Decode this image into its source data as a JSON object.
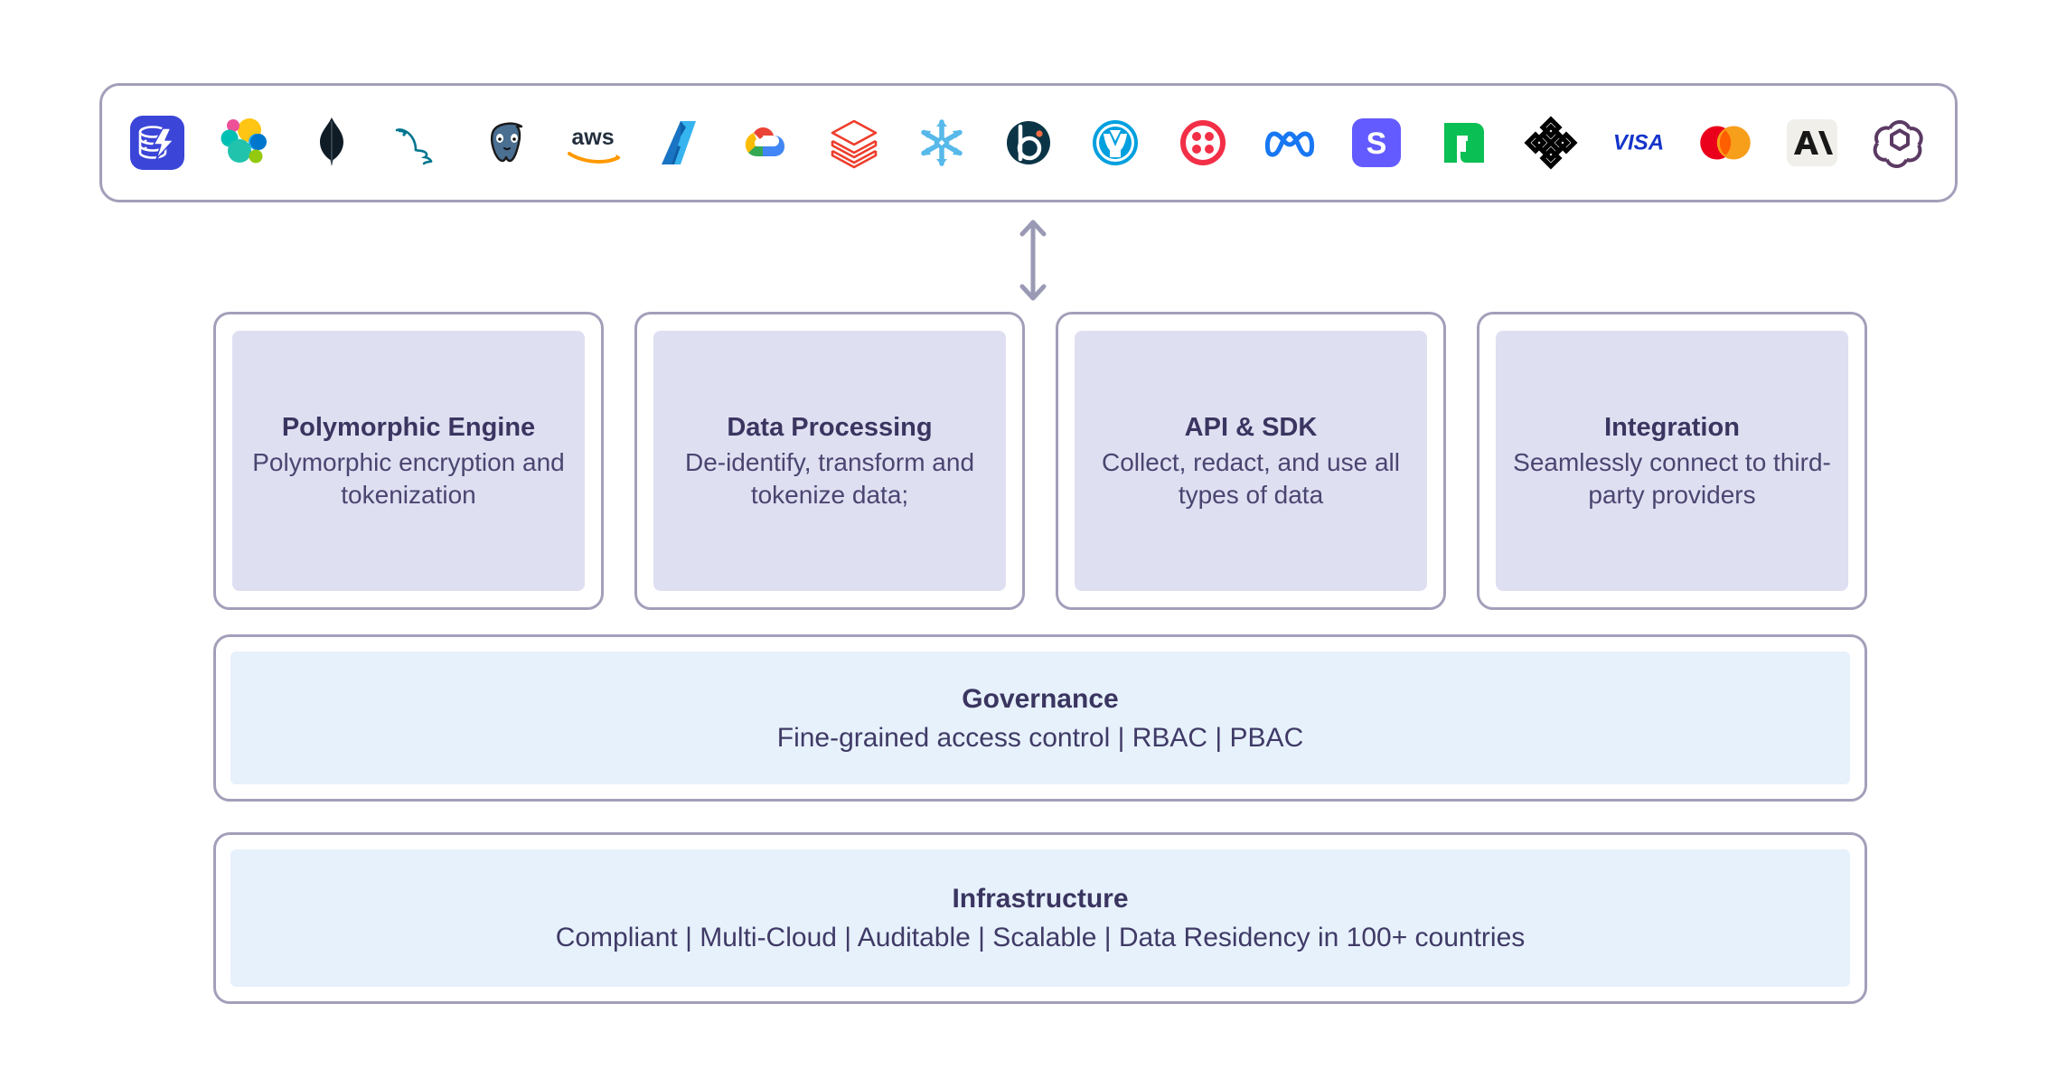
{
  "logos": [
    {
      "name": "skyflow-icon",
      "label": "Skyflow"
    },
    {
      "name": "elastic-icon",
      "label": "Elastic"
    },
    {
      "name": "mongodb-icon",
      "label": "MongoDB"
    },
    {
      "name": "mysql-icon",
      "label": "MySQL"
    },
    {
      "name": "postgresql-icon",
      "label": "PostgreSQL"
    },
    {
      "name": "aws-icon",
      "label": "aws"
    },
    {
      "name": "azure-icon",
      "label": "Microsoft Azure"
    },
    {
      "name": "google-cloud-icon",
      "label": "Google Cloud"
    },
    {
      "name": "databricks-icon",
      "label": "Databricks"
    },
    {
      "name": "snowflake-icon",
      "label": "Snowflake"
    },
    {
      "name": "braze-icon",
      "label": "Braze"
    },
    {
      "name": "mulesoft-icon",
      "label": "MuleSoft"
    },
    {
      "name": "twilio-icon",
      "label": "Twilio"
    },
    {
      "name": "meta-icon",
      "label": "Meta"
    },
    {
      "name": "stripe-icon",
      "label": "Stripe"
    },
    {
      "name": "adyen-icon",
      "label": "Adyen"
    },
    {
      "name": "plaid-icon",
      "label": "Plaid"
    },
    {
      "name": "visa-icon",
      "label": "VISA"
    },
    {
      "name": "mastercard-icon",
      "label": "Mastercard"
    },
    {
      "name": "anthropic-icon",
      "label": "Anthropic"
    },
    {
      "name": "openai-icon",
      "label": "OpenAI"
    }
  ],
  "connector": {
    "name": "double-headed-vertical-arrow",
    "color": "#9a9ab5"
  },
  "cards": [
    {
      "title": "Polymorphic Engine",
      "desc": "Polymorphic encryption and tokenization"
    },
    {
      "title": "Data Processing",
      "desc": "De-identify, transform and tokenize data;"
    },
    {
      "title": "API & SDK",
      "desc": "Collect, redact, and use all types of data"
    },
    {
      "title": "Integration",
      "desc": "Seamlessly connect to third-party providers"
    }
  ],
  "bands": {
    "governance": {
      "title": "Governance",
      "desc": "Fine-grained access control | RBAC | PBAC"
    },
    "infrastructure": {
      "title": "Infrastructure",
      "desc": "Compliant | Multi-Cloud | Auditable | Scalable  | Data Residency in 100+ countries"
    }
  },
  "colors": {
    "border": "#a39fba",
    "card_fill": "#dfdff2",
    "band_fill": "#e7f1fc",
    "text": "#3a3560"
  }
}
